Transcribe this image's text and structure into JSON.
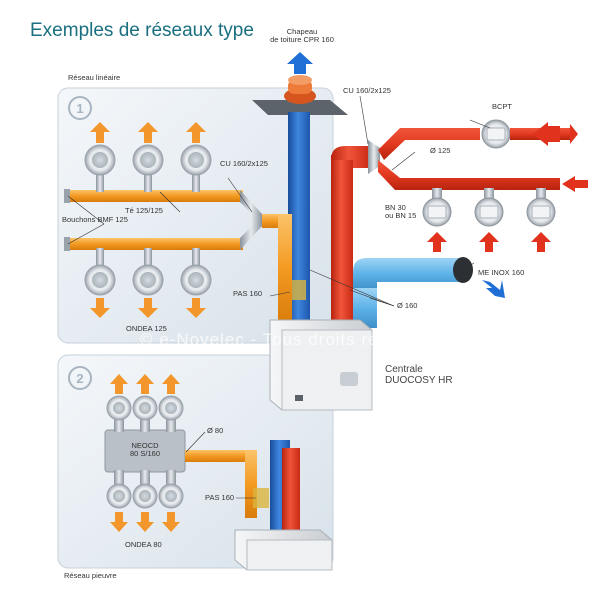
{
  "title": "Exemples de réseaux type",
  "labels": {
    "chapeau": "Chapeau\nde toiture CPR 160",
    "reseau_lineaire": "Réseau linéaire",
    "reseau_pieuvre": "Réseau pieuvre",
    "cu_top": "CU 160/2x125",
    "cu_left": "CU 160/2x125",
    "bcpt": "BCPT",
    "d125": "Ø 125",
    "bn": "BN 30\nou BN 15",
    "te": "Té 125/125",
    "bouchons": "Bouchons BMF 125",
    "me_inox": "ME INOX 160",
    "d160": "Ø 160",
    "pas160_top": "PAS 160",
    "ondea125": "ONDEA 125",
    "centrale": "Centrale\nDUOCOSY HR",
    "d80": "Ø 80",
    "neocd": "NEOCD\n80 S/160",
    "pas160_bottom": "PAS 160",
    "ondea80": "ONDEA 80"
  },
  "watermark": "© e-Novelec - Tous droits réservés",
  "section_numbers": [
    "1",
    "2"
  ],
  "colors": {
    "title": "#1a6f80",
    "hot_duct": "#e23a1f",
    "cold_duct": "#2a6fc9",
    "orange_duct": "#f39a21",
    "arrow_red": "#e0321c",
    "arrow_orange": "#f3962b",
    "arrow_blue": "#1f6fd6",
    "panel": "#e6edf3"
  }
}
